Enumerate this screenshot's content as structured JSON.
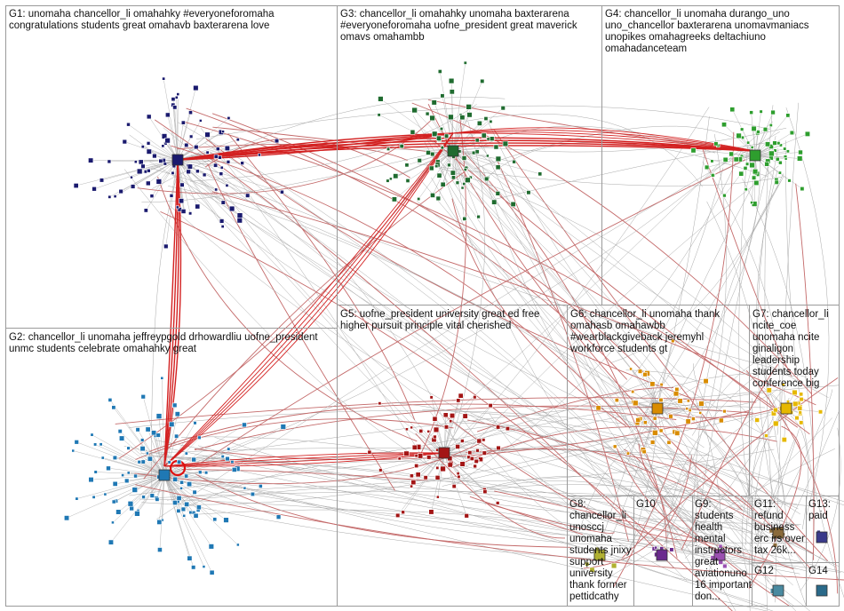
{
  "groups": [
    {
      "id": "G1",
      "label": "G1: unomaha chancellor_li omahahky #everyoneforomaha congratulations students great omahavb baxterarena love",
      "color": "#1a1a6e"
    },
    {
      "id": "G3",
      "label": "G3: chancellor_li omahahky unomaha baxterarena #everyoneforomaha uofne_president great maverick omavs omahambb",
      "color": "#1f6b2f"
    },
    {
      "id": "G4",
      "label": "G4: chancellor_li unomaha durango_uno uno_chancellor baxterarena unomavmaniacs unopikes omahagreeks deltachiuno omahadanceteam",
      "color": "#2e9e2e"
    },
    {
      "id": "G2",
      "label": "G2: chancellor_li unomaha jeffreypgold drhowardliu uofne_president unmc students celebrate omahahky great",
      "color": "#1f78b4"
    },
    {
      "id": "G5",
      "label": "G5: uofne_president university great ed free higher pursuit principle vital cherished",
      "color": "#a31515"
    },
    {
      "id": "G6",
      "label": "G6: chancellor_li unomaha thank omahasb omahawbb #wearblackgiveback jeremyhl workforce students gt",
      "color": "#d98c00"
    },
    {
      "id": "G7",
      "label": "G7: chancellor_li ncite_coe unomaha ncite ginaligon leadership students today conference big",
      "color": "#e6b800"
    },
    {
      "id": "G8",
      "label": "G8: chancellor_li unosccj unomaha students jnixy support university thank former pettidcathy",
      "color": "#b0b030"
    },
    {
      "id": "G10",
      "label": "G10",
      "color": "#6b2a8e"
    },
    {
      "id": "G9",
      "label": "G9: students health mental instructors great aviationuno 16 important don...",
      "color": "#9a4fb0"
    },
    {
      "id": "G11",
      "label": "G11: refund business erc irs over tax 26k...",
      "color": "#8a6a3a"
    },
    {
      "id": "G13",
      "label": "G13: paid",
      "color": "#3a3a8a"
    },
    {
      "id": "G12",
      "label": "G12",
      "color": "#4a8aa0"
    },
    {
      "id": "G14",
      "label": "G14",
      "color": "#2a6a8a"
    }
  ]
}
